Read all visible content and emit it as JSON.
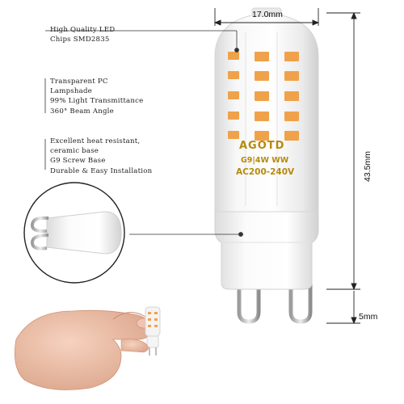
{
  "callouts": {
    "led_chips": [
      "High Quality LED",
      "Chips SMD2835"
    ],
    "lampshade": [
      "Transparent PC",
      "Lampshade",
      "99% Light Transmittance",
      "360° Beam Angle"
    ],
    "base": [
      "Excellent heat resistant,",
      "ceramic base",
      "G9 Screw Base",
      "Durable & Easy Installation"
    ]
  },
  "dimensions": {
    "width": "17.0mm",
    "height": "43.5mm",
    "pin_length": "5mm"
  },
  "bulb_marking": {
    "brand": "AGOTD",
    "spec": "G9|4W  WW",
    "voltage": "AC200-240V"
  },
  "colors": {
    "led_chip": "#f0a24a",
    "dimension_line": "#222222",
    "marking": "#b58a0c"
  }
}
